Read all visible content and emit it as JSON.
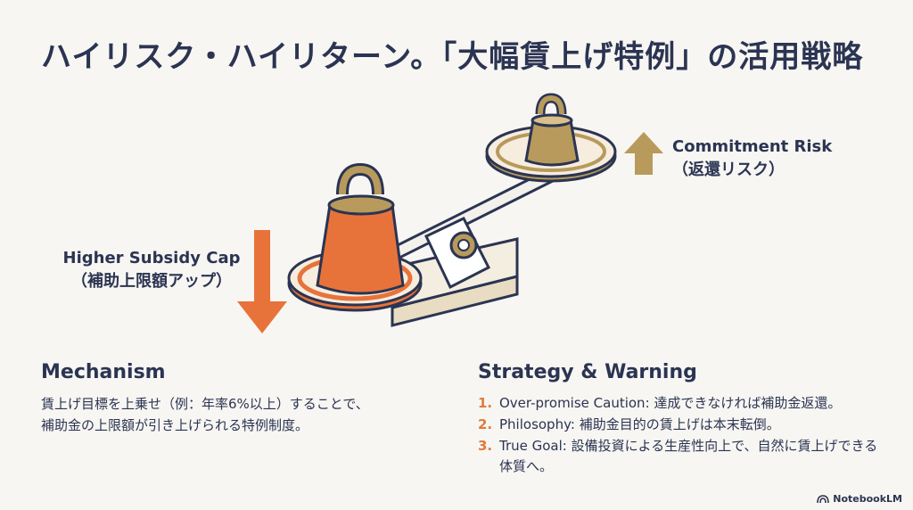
{
  "title": "ハイリスク・ハイリターン。「大幅賃上げ特例」の活用戦略",
  "diagram": {
    "right_label": {
      "line1": "Commitment Risk",
      "line2": "（返還リスク）"
    },
    "left_label": {
      "line1": "Higher Subsidy Cap",
      "line2": "（補助上限額アップ）"
    },
    "colors": {
      "heavy_weight": "#e8733a",
      "light_weight": "#b79a5c",
      "down_arrow": "#e8733a",
      "up_arrow": "#b79a5c",
      "outline": "#2b3452"
    }
  },
  "mechanism": {
    "heading": "Mechanism",
    "line1": "賃上げ目標を上乗せ（例：年率6%以上）することで、",
    "line2": "補助金の上限額が引き上げられる特例制度。"
  },
  "strategy": {
    "heading": "Strategy & Warning",
    "items": [
      {
        "num": "1.",
        "text": "Over-promise Caution: 達成できなければ補助金返還。"
      },
      {
        "num": "2.",
        "text": "Philosophy: 補助金目的の賃上げは本末転倒。"
      },
      {
        "num": "3.",
        "text": "True Goal: 設備投資による生産性向上で、自然に賃上げできる体質へ。"
      }
    ]
  },
  "brand": {
    "icon": "notebooklm-icon",
    "text": "NotebookLM"
  }
}
